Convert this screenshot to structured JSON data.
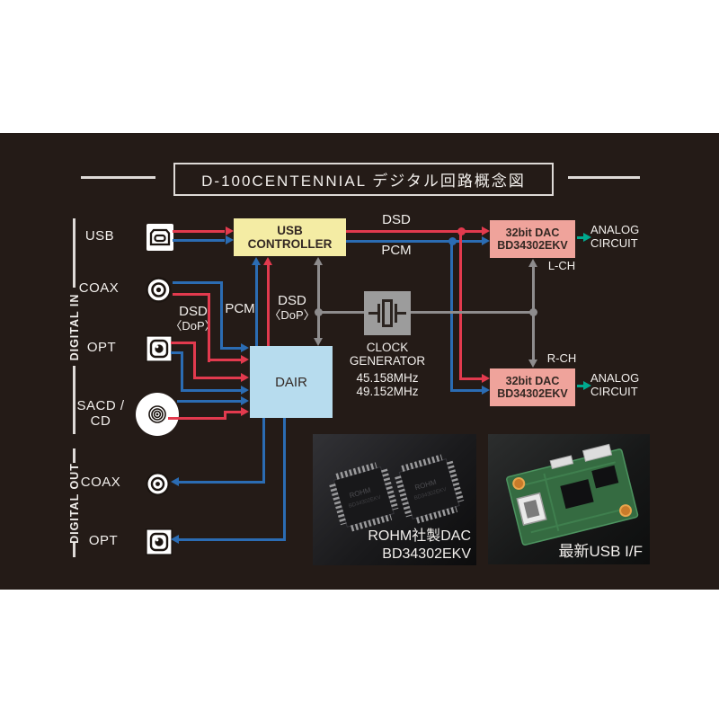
{
  "title": {
    "text": "D-100CENTENNIAL デジタル回路概念図"
  },
  "rails": {
    "digital_in": "DIGITAL IN",
    "digital_out": "DIGITAL OUT"
  },
  "inputs": {
    "usb": "USB",
    "coax": "COAX",
    "opt": "OPT",
    "sacd_line1": "SACD /",
    "sacd_line2": "CD"
  },
  "outputs": {
    "coax": "COAX",
    "opt": "OPT"
  },
  "blocks": {
    "usb_controller": "USB CONTROLLER",
    "dair": "DAIR",
    "clock": {
      "line1": "CLOCK",
      "line2": "GENERATOR",
      "freq1": "45.158MHz",
      "freq2": "49.152MHz"
    },
    "dac_l": {
      "line1": "32bit DAC",
      "line2": "BD34302EKV",
      "channel": "L-CH",
      "out_line1": "ANALOG",
      "out_line2": "CIRCUIT"
    },
    "dac_r": {
      "line1": "32bit DAC",
      "line2": "BD34302EKV",
      "channel": "R-CH",
      "out_line1": "ANALOG",
      "out_line2": "CIRCUIT"
    }
  },
  "signal_labels": {
    "dsd_top": "DSD",
    "pcm_top": "PCM",
    "pcm_mid": "PCM",
    "dsd_dop_mid_line1": "DSD",
    "dsd_dop_mid_line2": "〈DoP〉",
    "dsd_dop_left_line1": "DSD",
    "dsd_dop_left_line2": "〈DoP〉"
  },
  "photos": {
    "dac_caption_line1": "ROHM社製DAC",
    "dac_caption_line2": "BD34302EKV",
    "usb_caption": "最新USB I/F"
  },
  "colors": {
    "bg": "#241b17",
    "text-light": "#f2efec",
    "red": "#e23a4e",
    "blue": "#2b6cb3",
    "gray": "#8e8c8d",
    "green": "#00a98e",
    "yellow": "#f4eca4",
    "pink": "#efa39b",
    "lightblue": "#b7dcee",
    "clockgray": "#9c9c9c",
    "text-dark": "#332823",
    "line-white": "#dedad7"
  }
}
